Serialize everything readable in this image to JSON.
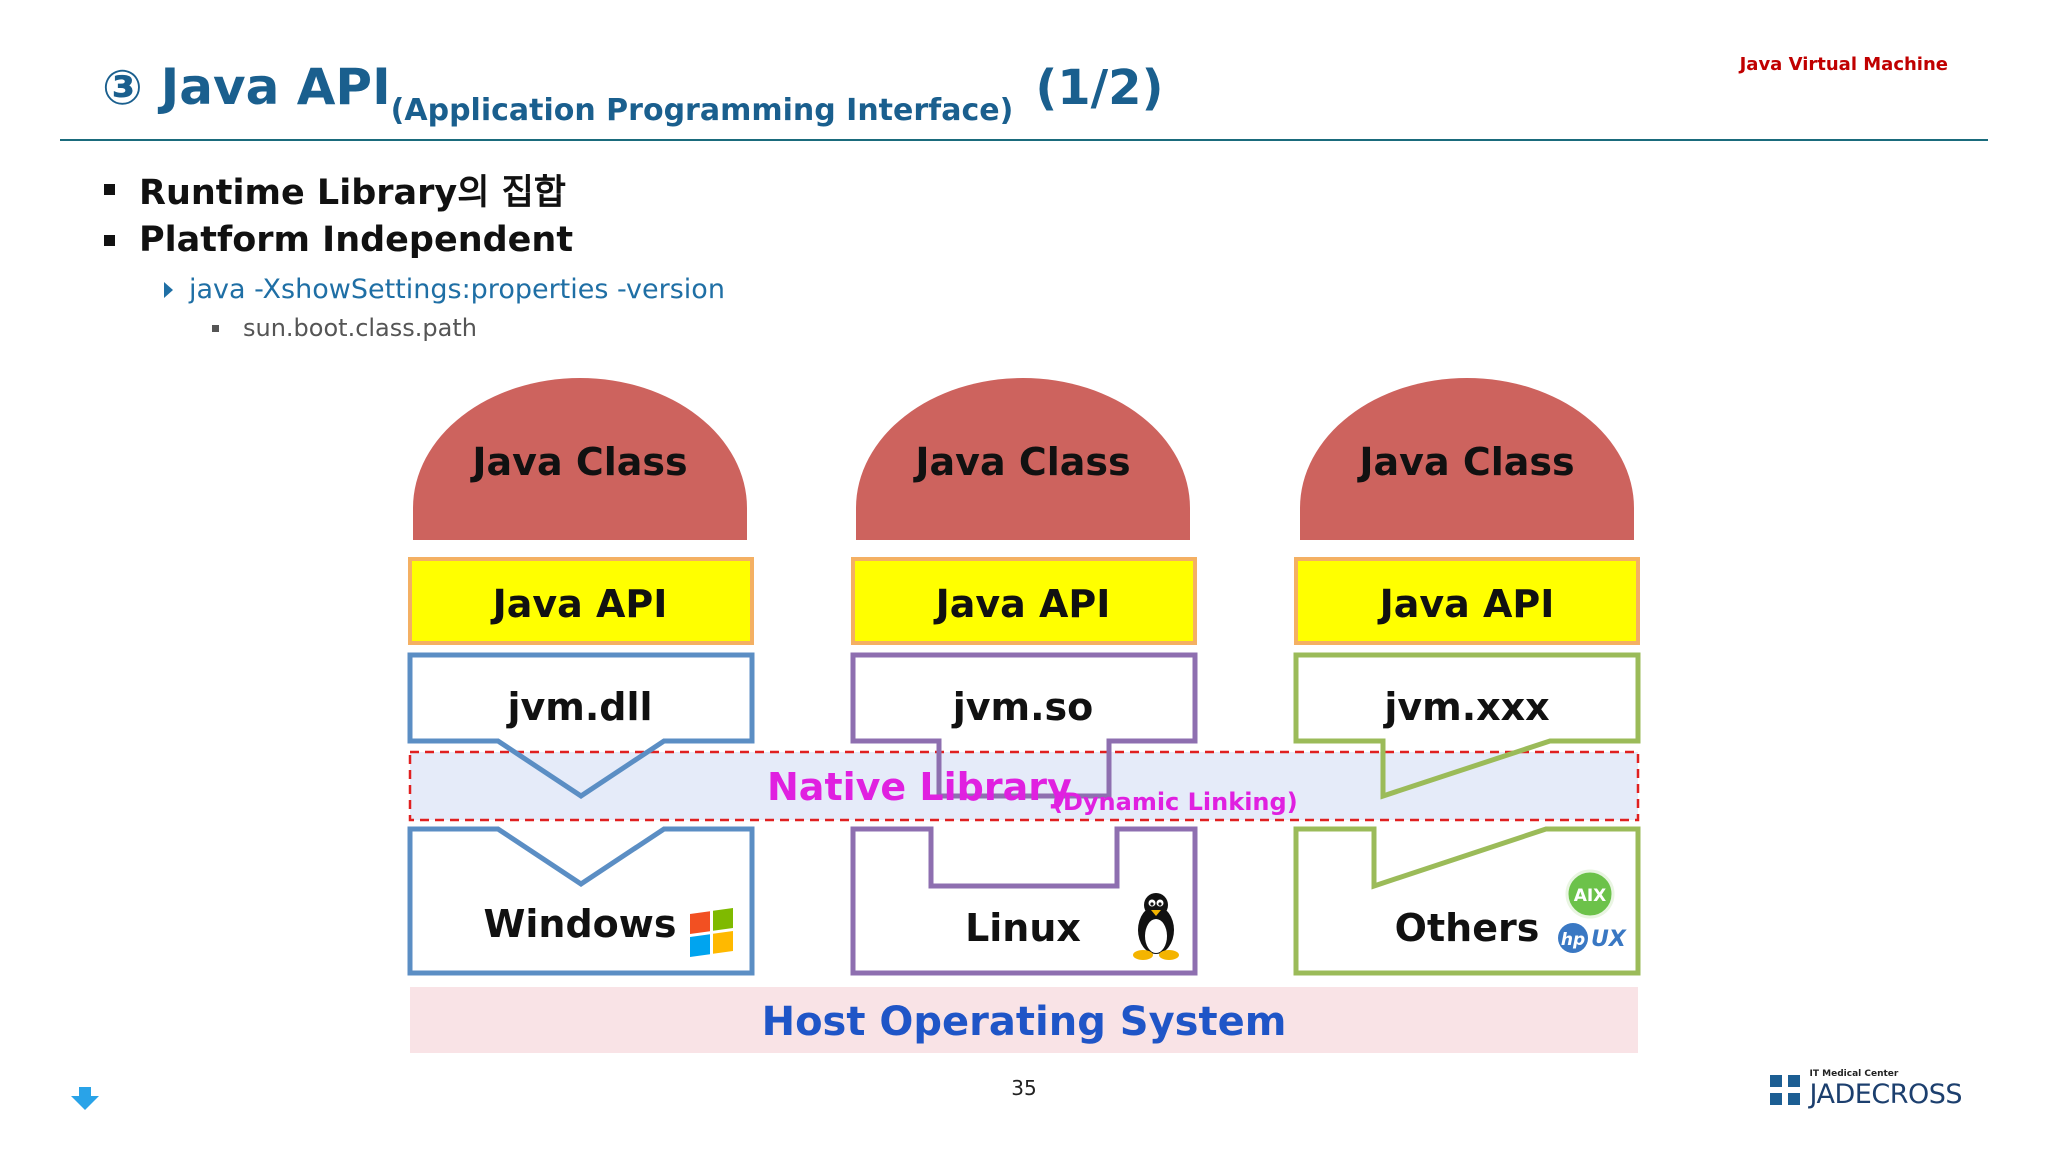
{
  "header": {
    "number": "③",
    "title": "Java API",
    "title_sub": "(Application Programming Interface)",
    "page_part": "(1/2)",
    "top_right": "Java Virtual Machine"
  },
  "bullets": [
    "Runtime Library의 집합",
    "Platform Independent"
  ],
  "sub_bullet": "java -XshowSettings:properties -version",
  "sub_sub_bullet": "sun.boot.class.path",
  "diagram": {
    "columns": [
      {
        "java_class": "Java Class",
        "java_api": "Java API",
        "jvm": "jvm.dll",
        "os": "Windows",
        "os_icon": "windows-logo-icon"
      },
      {
        "java_class": "Java Class",
        "java_api": "Java API",
        "jvm": "jvm.so",
        "os": "Linux",
        "os_icon": "tux-penguin-icon"
      },
      {
        "java_class": "Java Class",
        "java_api": "Java API",
        "jvm": "jvm.xxx",
        "os": "Others",
        "os_icon": "aix-hpux-icon"
      }
    ],
    "native_library": "Native Library",
    "native_library_sub": "(Dynamic Linking)",
    "host_os": "Host Operating System",
    "aix_label": "AIX",
    "hp_label": "hp",
    "ux_label": "UX"
  },
  "colors": {
    "title": "#1a5f8e",
    "java_class": "#cd635e",
    "java_api_fill": "#ffff00",
    "java_api_border": "#f4b063",
    "windows": "#5b8ec4",
    "linux": "#8e6fb0",
    "others": "#9bbb59",
    "native_library_text": "#e020e0",
    "host_os_fill": "#f9e3e6",
    "host_os_text": "#1f55c7"
  },
  "footer": {
    "page_number": "35",
    "logo_small": "IT Medical Center",
    "logo_big": "JADECROSS"
  }
}
